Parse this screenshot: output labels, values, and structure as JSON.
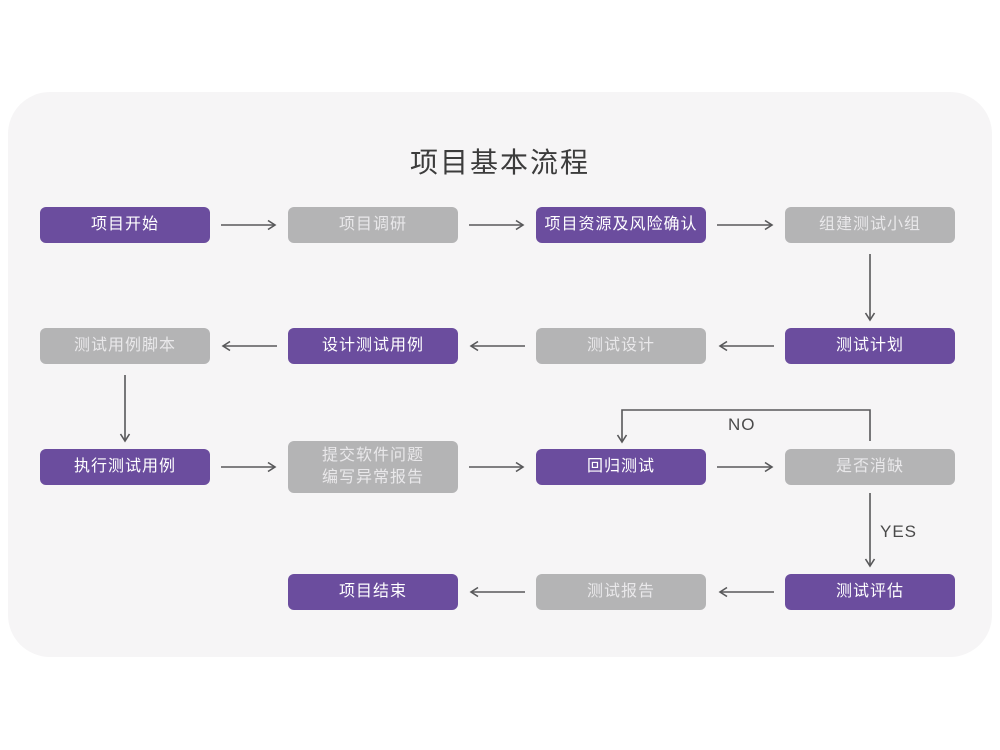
{
  "title": "项目基本流程",
  "colors": {
    "accent_purple": "#6b4d9e",
    "node_gray": "#b4b4b5",
    "card_background": "#f6f5f6",
    "arrow": "#58585a"
  },
  "branch_labels": {
    "no": "NO",
    "yes": "YES"
  },
  "nodes": [
    {
      "id": "project-start",
      "label": "项目开始",
      "variant": "purple"
    },
    {
      "id": "project-research",
      "label": "项目调研",
      "variant": "gray"
    },
    {
      "id": "resources-risk",
      "label": "项目资源及风险确认",
      "variant": "purple"
    },
    {
      "id": "build-test-team",
      "label": "组建测试小组",
      "variant": "gray"
    },
    {
      "id": "test-case-script",
      "label": "测试用例脚本",
      "variant": "gray"
    },
    {
      "id": "design-test-case",
      "label": "设计测试用例",
      "variant": "purple"
    },
    {
      "id": "test-design",
      "label": "测试设计",
      "variant": "gray"
    },
    {
      "id": "test-plan",
      "label": "测试计划",
      "variant": "purple"
    },
    {
      "id": "run-test-case",
      "label": "执行测试用例",
      "variant": "purple"
    },
    {
      "id": "submit-issue-report",
      "line1": "提交软件问题",
      "line2": "编写异常报告",
      "variant": "gray"
    },
    {
      "id": "regression-test",
      "label": "回归测试",
      "variant": "purple"
    },
    {
      "id": "defect-cleared",
      "label": "是否消缺",
      "variant": "gray"
    },
    {
      "id": "project-end",
      "label": "项目结束",
      "variant": "purple"
    },
    {
      "id": "test-report",
      "label": "测试报告",
      "variant": "gray"
    },
    {
      "id": "test-evaluation",
      "label": "测试评估",
      "variant": "purple"
    }
  ]
}
